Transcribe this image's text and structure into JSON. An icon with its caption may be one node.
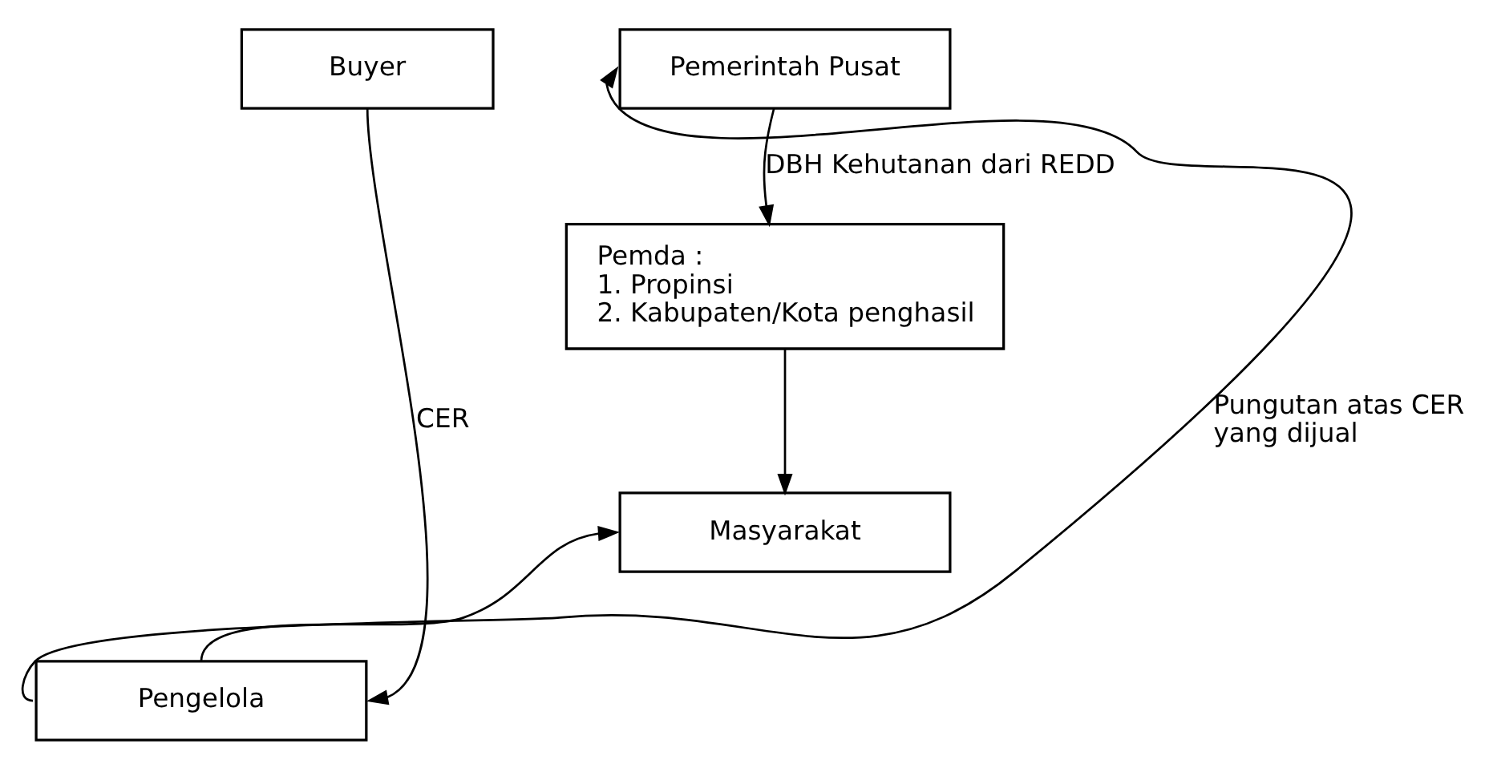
{
  "diagram": {
    "nodes": [
      {
        "text": [
          "Buyer"
        ]
      },
      {
        "text": [
          "Pemerintah Pusat"
        ]
      },
      {
        "text": [
          "Pemda :",
          "1. Propinsi",
          "2. Kabupaten/Kota penghasil"
        ]
      },
      {
        "text": [
          "Masyarakat"
        ]
      },
      {
        "text": [
          "Pengelola"
        ]
      }
    ],
    "edges": [
      {
        "from": 4,
        "to": 1,
        "arrow": "to",
        "label": "Pungutan atas CER yang dijual"
      },
      {
        "from": 1,
        "to": 2,
        "arrow": "to",
        "label": "DBH Kehutanan dari REDD"
      },
      {
        "from": 2,
        "to": 3,
        "arrow": "to"
      },
      {
        "from": 4,
        "to": 3,
        "arrow": "to"
      },
      {
        "from": 0,
        "to": 4,
        "arrow": "to",
        "label": "CER"
      }
    ]
  }
}
